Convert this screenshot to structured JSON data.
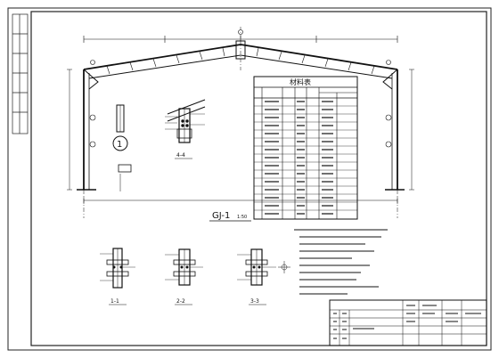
{
  "frame": {
    "title": "GJ-1",
    "scale": "1:50"
  },
  "material_table": {
    "title": "材料表",
    "rows_shown": 15
  },
  "details": {
    "circle_number": "1",
    "section_4": "4-4",
    "section_1": "1-1",
    "section_2": "2-2",
    "section_3": "3-3"
  },
  "title_block": {
    "row_count": 6
  }
}
